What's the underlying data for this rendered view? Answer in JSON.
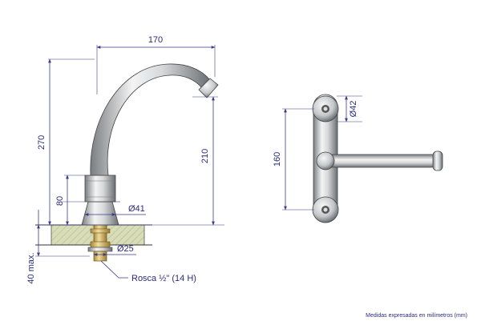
{
  "dimensions": {
    "width_top": "170",
    "height_total": "270",
    "spout_height": "210",
    "body_height": "80",
    "body_diameter": "Ø41",
    "shank_diameter": "Ø25",
    "max_thickness": "40 max.",
    "thread": "Rosca ½\" (14 H)",
    "flange_diameter": "Ø42",
    "bracket_span": "160"
  },
  "footer": {
    "note": "Medidas expresadas en milímetros (mm)"
  },
  "colors": {
    "dimension": "#3a3a8a",
    "chrome_light": "#f2f2f2",
    "chrome_mid": "#b8bcc0",
    "chrome_dark": "#6a6e72",
    "counter": "#d8ddb8",
    "brass": "#e0c27a"
  }
}
